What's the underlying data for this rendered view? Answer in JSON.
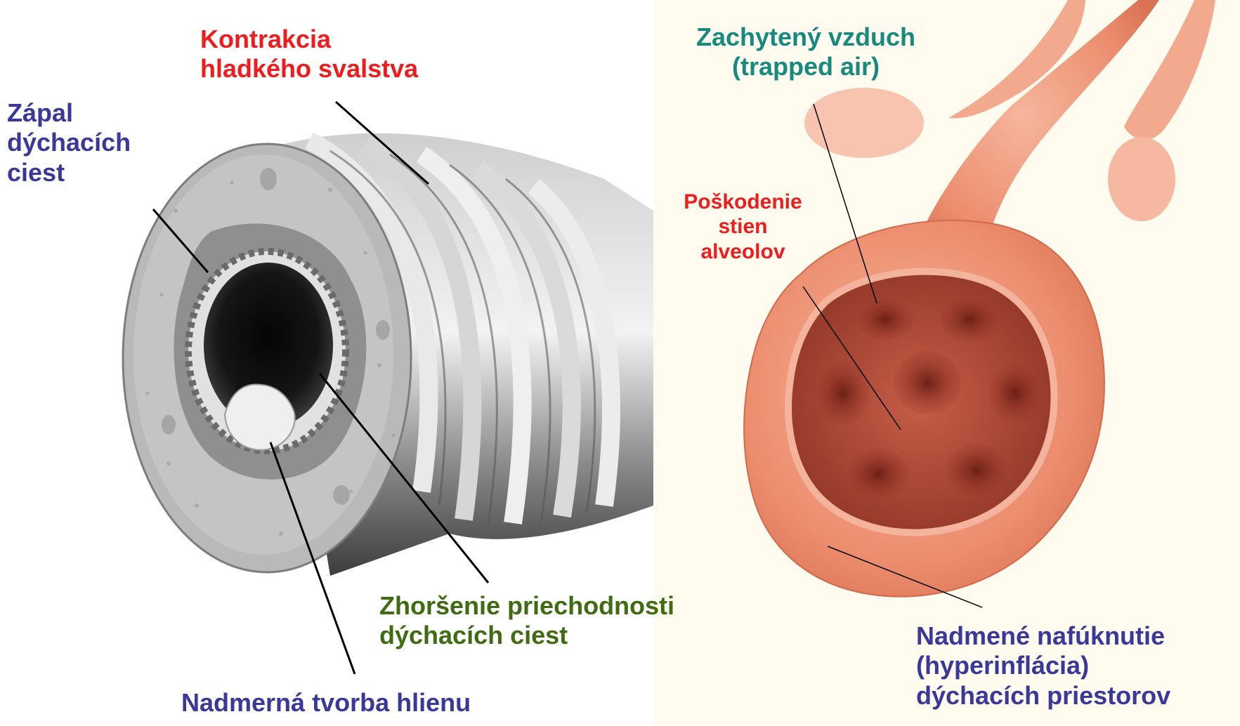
{
  "labels": {
    "contraction": {
      "lines": [
        "Kontrakcia",
        "hladkého svalstva"
      ],
      "color": "#ee1c1c"
    },
    "inflammation": {
      "lines": [
        "Zápal",
        "dýchacích",
        "ciest"
      ],
      "color": "#3a3899"
    },
    "trapped_air": {
      "lines": [
        "Zachytený vzduch",
        "(trapped air)"
      ],
      "color": "#178a7e"
    },
    "alveoli_damage": {
      "lines": [
        "Poškodenie",
        "stien",
        "alveolov"
      ],
      "color": "#ee1c1c"
    },
    "obstruction": {
      "lines": [
        "Zhoršenie priechodnosti",
        "dýchacích ciest"
      ],
      "color": "#3f6b12"
    },
    "mucus": {
      "lines": [
        "Nadmerná tvorba hlienu"
      ],
      "color": "#3a3899"
    },
    "hyperinflation": {
      "lines": [
        "Nadmené nafúknutie",
        "(hyperinflácia)",
        "dýchacích priestorov"
      ],
      "color": "#3a3899"
    }
  },
  "illustrations": {
    "airway": "bronchus-cross-section",
    "alveolus": "emphysematous-alveolar-sac"
  }
}
